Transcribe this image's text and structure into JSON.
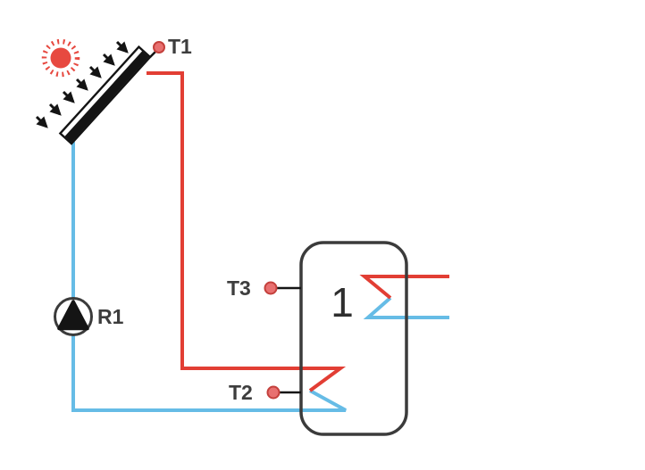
{
  "diagram": {
    "type": "solar-thermal-system-schematic",
    "labels": {
      "t1": "T1",
      "t2": "T2",
      "t3": "T3",
      "r1": "R1",
      "tank_number": "1"
    },
    "icons": {
      "sun": "sun-icon",
      "collector": "solar-collector-icon",
      "radiation": "radiation-arrow-icon",
      "pump": "pump-icon",
      "sensor": "sensor-dot-icon"
    },
    "colors": {
      "hot_pipe": "#e23e34",
      "cold_pipe": "#66bce6",
      "sun": "#e74940",
      "sensor_fill": "#e87070",
      "sensor_stroke": "#c4403c",
      "outline": "#3b3b3b",
      "component_dark": "#141414",
      "tank_fill": "#ffffff"
    }
  }
}
